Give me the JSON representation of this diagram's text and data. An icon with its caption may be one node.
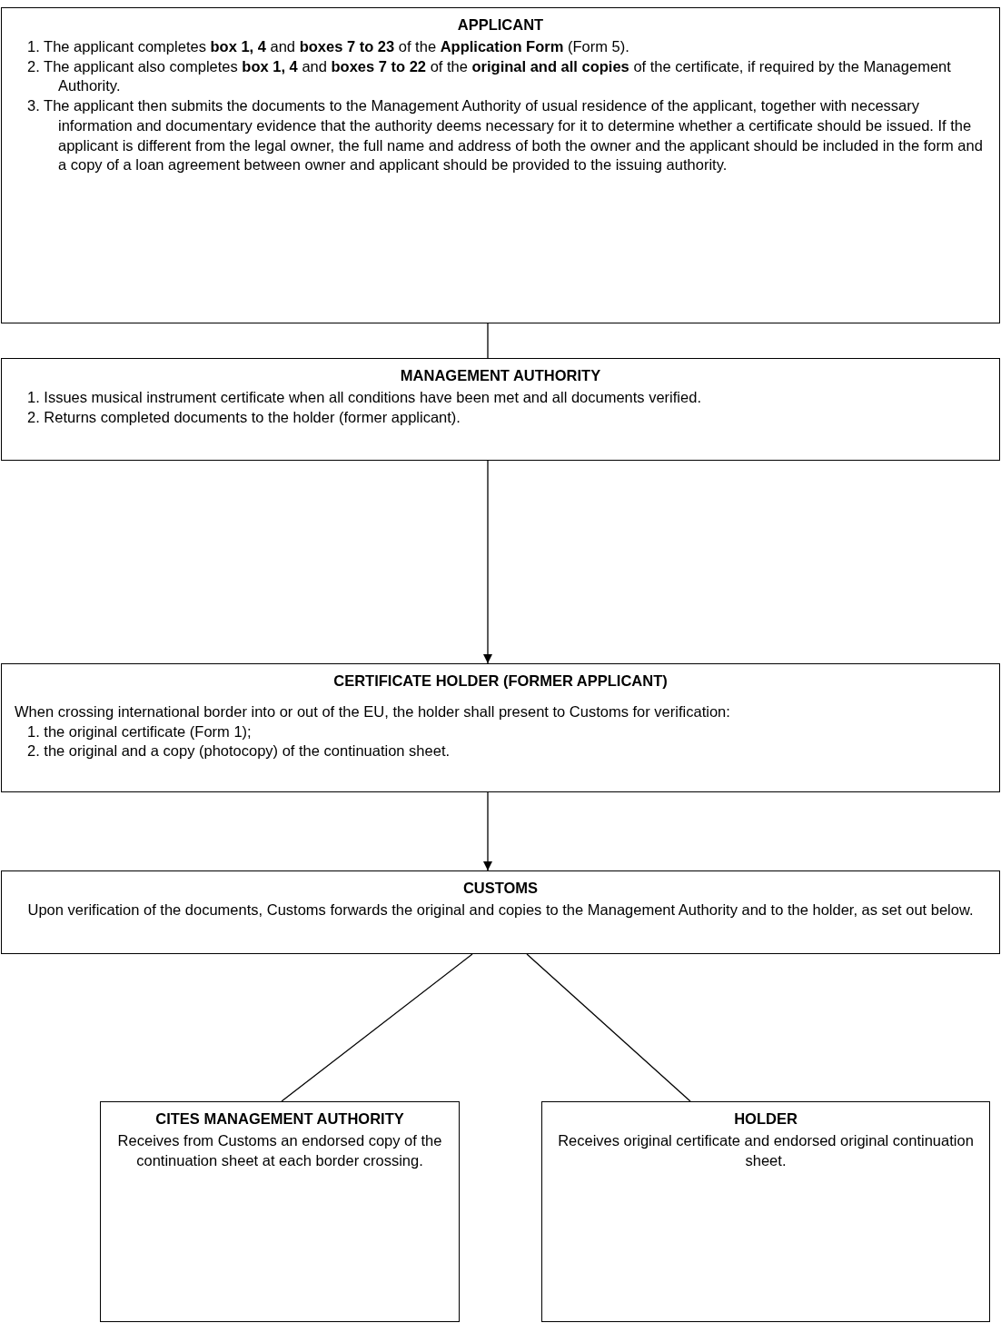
{
  "diagram": {
    "nodes": [
      {
        "text": [
          "APPLICANT",
          "1. The applicant completes **box 1, 4** and **boxes 7 to 23** of the **Application Form** (Form 5).",
          "2. The applicant also completes **box 1, 4** and **boxes 7 to 22** of the **original and all copies** of the certificate, if required by the Management Authority.",
          "3. The applicant then submits the documents to the Management Authority of usual residence of the applicant, together with necessary information and documentary evidence that the authority deems necessary for it to determine whether a certificate should be issued. If the applicant is different from the legal owner, the full name and address of both the owner and the applicant should be included in the form and a copy of a loan agreement between owner and applicant should be provided to the issuing authority."
        ]
      },
      {
        "text": [
          "MANAGEMENT AUTHORITY",
          "1. Issues musical instrument certificate when all conditions have been met and all documents verified.",
          "2. Returns completed documents to the holder (former applicant)."
        ]
      },
      {
        "text": [
          "CERTIFICATE HOLDER (FORMER APPLICANT)",
          "When crossing international border into or out of the EU, the holder shall present to Customs for verification:",
          "1. the original certificate (Form 1);",
          "2. the original and a copy (photocopy) of the continuation sheet."
        ]
      },
      {
        "text": [
          "CUSTOMS",
          "Upon verification of the documents, Customs forwards the original and copies to the Management Authority and to the holder, as set out below."
        ]
      },
      {
        "text": [
          "CITES MANAGEMENT AUTHORITY",
          "Receives from Customs an endorsed copy of the continuation sheet at each border crossing."
        ]
      },
      {
        "text": [
          "HOLDER",
          "Receives original certificate and endorsed original continuation sheet."
        ]
      }
    ],
    "edges": [
      {
        "from": 0,
        "to": 1,
        "arrow": "none"
      },
      {
        "from": 1,
        "to": 2,
        "arrow": "to"
      },
      {
        "from": 2,
        "to": 3,
        "arrow": "to"
      },
      {
        "from": 3,
        "to": 4,
        "arrow": "none"
      },
      {
        "from": 3,
        "to": 5,
        "arrow": "none"
      }
    ]
  }
}
